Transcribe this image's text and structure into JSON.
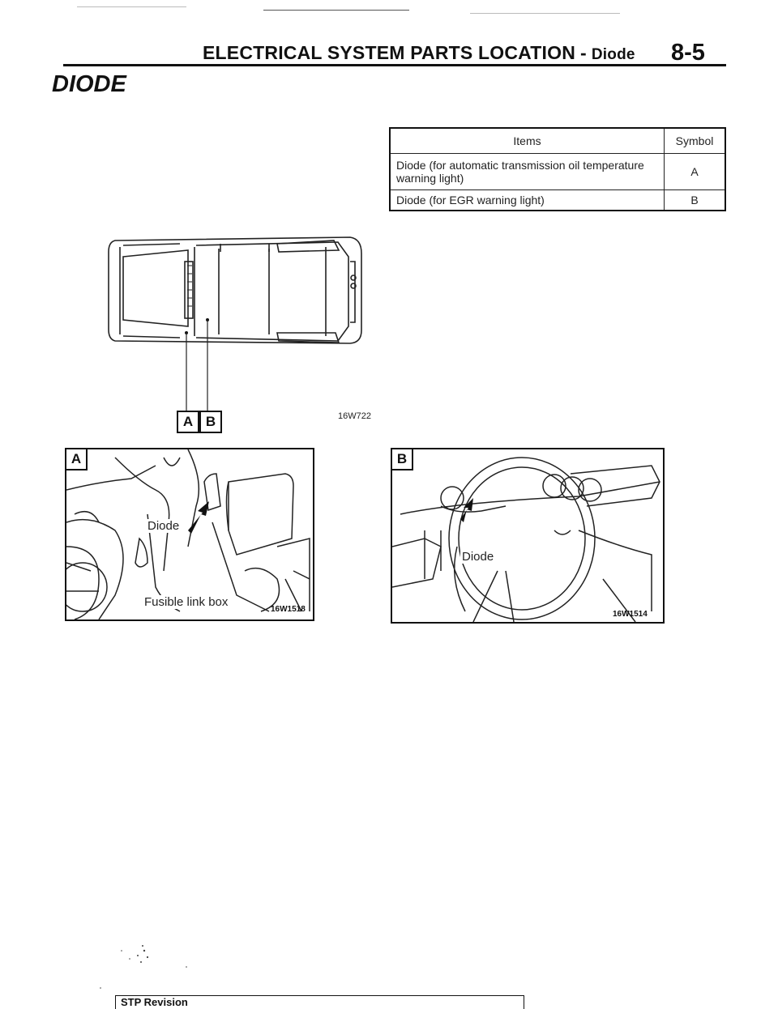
{
  "header": {
    "title_main": "ELECTRICAL SYSTEM PARTS LOCATION",
    "title_dash": "-",
    "title_sub": "Diode",
    "page_number": "8-5"
  },
  "section_title": "DIODE",
  "table": {
    "headers": [
      "Items",
      "Symbol"
    ],
    "rows": [
      {
        "item": "Diode (for automatic transmission oil temperature warning light)",
        "symbol": "A"
      },
      {
        "item": "Diode (for EGR warning light)",
        "symbol": "B"
      }
    ]
  },
  "vehicle_figure": {
    "labels": [
      "A",
      "B"
    ],
    "figure_code": "16W722"
  },
  "detail_a": {
    "tag": "A",
    "callouts": [
      "Diode",
      "Fusible link box"
    ],
    "figure_code": "16W1518"
  },
  "detail_b": {
    "tag": "B",
    "callouts": [
      "Diode"
    ],
    "figure_code": "16W1514"
  },
  "footer": {
    "label": "STP Revision"
  }
}
